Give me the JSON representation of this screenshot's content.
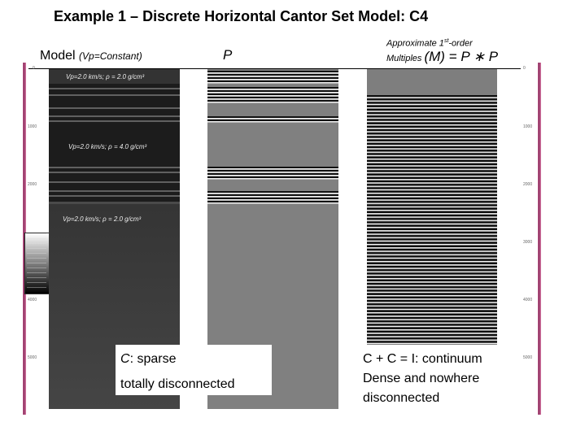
{
  "title": "Example 1 – Discrete Horizontal Cantor Set Model: C4",
  "labels": {
    "model": "Model",
    "model_sub": "(Vp=Constant)",
    "p": "P",
    "mult_line1": "Approximate 1",
    "mult_sup": "st",
    "mult_line1_end": "-order",
    "mult_line2": "Multiples",
    "mult_formula": "(M) = P ∗ P"
  },
  "annotations": {
    "layer1": "Vp=2.0 km/s; ρ = 2.0 g/cm³",
    "layer2": "Vp=2.0 km/s; ρ = 4.0 g/cm³",
    "layer3": "Vp=2.0 km/s; ρ = 2.0 g/cm³"
  },
  "depth_ticks": {
    "top_left": "0",
    "left": [
      "1000",
      "2000",
      "4000",
      "5000"
    ],
    "right": [
      "0",
      "1000",
      "2000",
      "3000",
      "4000",
      "5000"
    ]
  },
  "box_left": {
    "line1_italic": "C",
    "line1_rest": ": sparse",
    "line2": "totally disconnected"
  },
  "box_right": {
    "line1": "C + C = I: continuum",
    "line2": "Dense and nowhere",
    "line3": "disconnected"
  },
  "colors": {
    "pink_bar": "#c0608e",
    "dark_layer": "#1c1c1c",
    "mid_gray": "#808080"
  }
}
